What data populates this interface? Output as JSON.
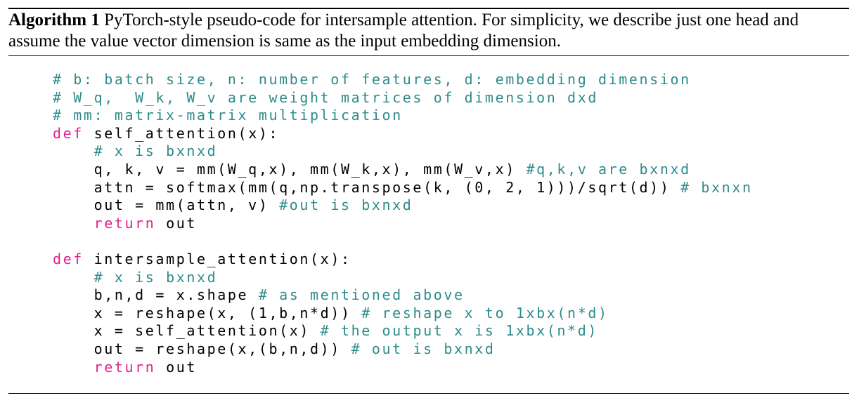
{
  "caption": {
    "label": "Algorithm 1",
    "text": "PyTorch-style pseudo-code for intersample attention. For simplicity, we describe just one head and assume the value vector dimension is same as the input embedding dimension."
  },
  "colors": {
    "comment": "#2e8b8b",
    "keyword": "#e0218a",
    "plain": "#000000"
  },
  "code_lines": [
    [
      {
        "t": "comment",
        "s": "# b: batch size, n: number of features, d: embedding dimension"
      }
    ],
    [
      {
        "t": "comment",
        "s": "# W_q,  W_k, W_v are weight matrices of dimension dxd"
      }
    ],
    [
      {
        "t": "comment",
        "s": "# mm: matrix-matrix multiplication"
      }
    ],
    [
      {
        "t": "keyword",
        "s": "def"
      },
      {
        "t": "plain",
        "s": " self_attention(x):"
      }
    ],
    [
      {
        "t": "plain",
        "s": "    "
      },
      {
        "t": "comment",
        "s": "# x is bxnxd"
      }
    ],
    [
      {
        "t": "plain",
        "s": "    q, k, v = mm(W_q,x), mm(W_k,x), mm(W_v,x) "
      },
      {
        "t": "comment",
        "s": "#q,k,v are bxnxd"
      }
    ],
    [
      {
        "t": "plain",
        "s": "    attn = softmax(mm(q,np.transpose(k, (0, 2, 1)))/sqrt(d)) "
      },
      {
        "t": "comment",
        "s": "# bxnxn"
      }
    ],
    [
      {
        "t": "plain",
        "s": "    out = mm(attn, v) "
      },
      {
        "t": "comment",
        "s": "#out is bxnxd"
      }
    ],
    [
      {
        "t": "plain",
        "s": "    "
      },
      {
        "t": "keyword",
        "s": "return"
      },
      {
        "t": "plain",
        "s": " out"
      }
    ],
    [],
    [
      {
        "t": "keyword",
        "s": "def"
      },
      {
        "t": "plain",
        "s": " intersample_attention(x):"
      }
    ],
    [
      {
        "t": "plain",
        "s": "    "
      },
      {
        "t": "comment",
        "s": "# x is bxnxd"
      }
    ],
    [
      {
        "t": "plain",
        "s": "    b,n,d = x.shape "
      },
      {
        "t": "comment",
        "s": "# as mentioned above"
      }
    ],
    [
      {
        "t": "plain",
        "s": "    x = reshape(x, (1,b,n*d)) "
      },
      {
        "t": "comment",
        "s": "# reshape x to 1xbx(n*d)"
      }
    ],
    [
      {
        "t": "plain",
        "s": "    x = self_attention(x) "
      },
      {
        "t": "comment",
        "s": "# the output x is 1xbx(n*d)"
      }
    ],
    [
      {
        "t": "plain",
        "s": "    out = reshape(x,(b,n,d)) "
      },
      {
        "t": "comment",
        "s": "# out is bxnxd"
      }
    ],
    [
      {
        "t": "plain",
        "s": "    "
      },
      {
        "t": "keyword",
        "s": "return"
      },
      {
        "t": "plain",
        "s": " out"
      }
    ]
  ]
}
